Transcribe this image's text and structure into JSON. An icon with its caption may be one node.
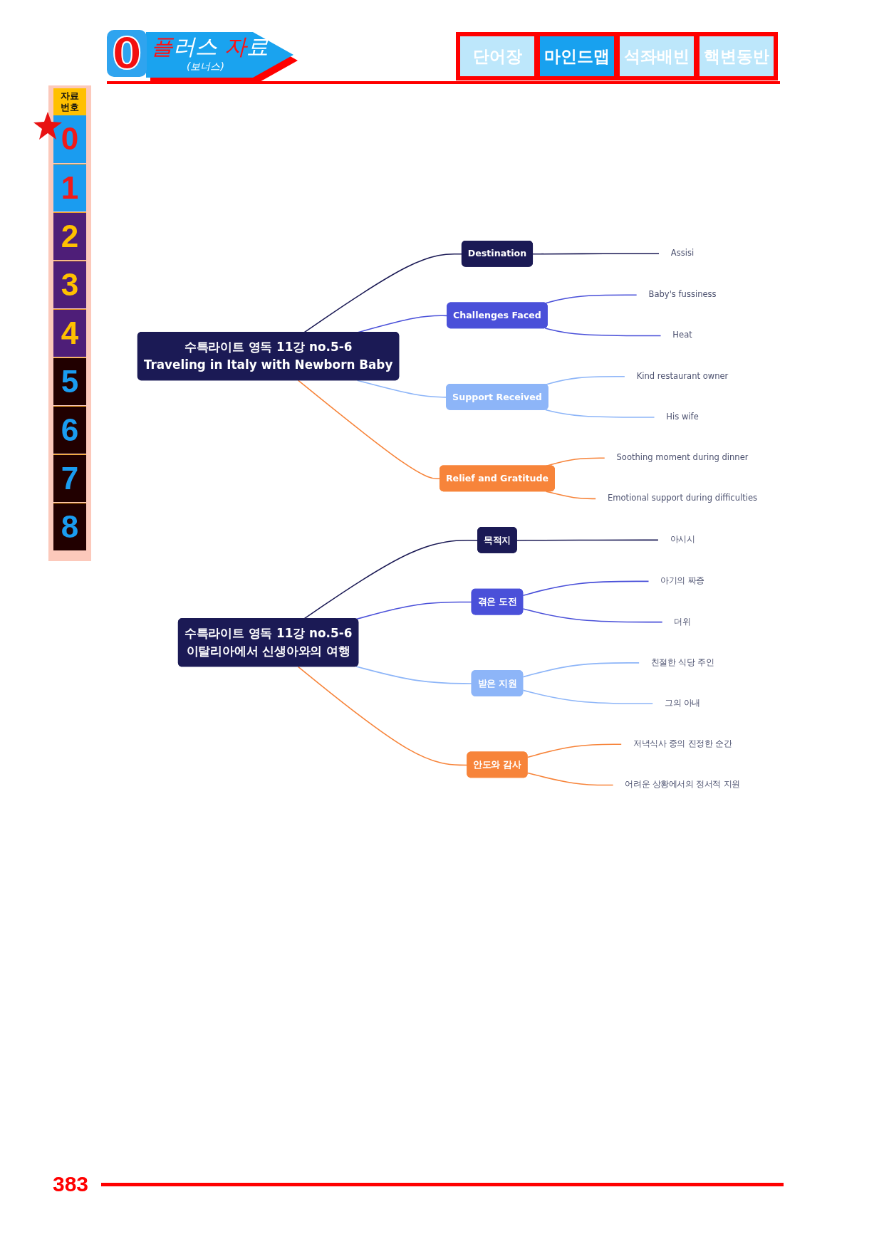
{
  "diagram": {
    "nodes": [
      {
        "text": [
          "수특라이트 영독 11강 no.5-6",
          "Traveling in Italy with Newborn Baby"
        ]
      },
      {
        "text": [
          "Destination"
        ]
      },
      {
        "text": [
          "Assisi"
        ]
      },
      {
        "text": [
          "Challenges Faced"
        ]
      },
      {
        "text": [
          "Baby's fussiness"
        ]
      },
      {
        "text": [
          "Heat"
        ]
      },
      {
        "text": [
          "Support Received"
        ]
      },
      {
        "text": [
          "Kind restaurant owner"
        ]
      },
      {
        "text": [
          "His wife"
        ]
      },
      {
        "text": [
          "Relief and Gratitude"
        ]
      },
      {
        "text": [
          "Soothing moment during dinner"
        ]
      },
      {
        "text": [
          "Emotional support during difficulties"
        ]
      },
      {
        "text": [
          "수특라이트 영독 11강 no.5-6",
          "이탈리아에서 신생아와의 여행"
        ]
      },
      {
        "text": [
          "목적지"
        ]
      },
      {
        "text": [
          "아시시"
        ]
      },
      {
        "text": [
          "겪은 도전"
        ]
      },
      {
        "text": [
          "아기의 짜증"
        ]
      },
      {
        "text": [
          "더위"
        ]
      },
      {
        "text": [
          "받은 지원"
        ]
      },
      {
        "text": [
          "친절한 식당 주인"
        ]
      },
      {
        "text": [
          "그의 아내"
        ]
      },
      {
        "text": [
          "안도와 감사"
        ]
      },
      {
        "text": [
          "저녁식사 중의 진정한 순간"
        ]
      },
      {
        "text": [
          "어려운 상황에서의 정서적 지원"
        ]
      }
    ],
    "edges": [
      {
        "from": 0,
        "to": 1,
        "arrow": "none",
        "color": "#1b1a55"
      },
      {
        "from": 1,
        "to": 2,
        "arrow": "none",
        "color": "#1b1a55"
      },
      {
        "from": 0,
        "to": 3,
        "arrow": "none",
        "color": "#4a50d9"
      },
      {
        "from": 3,
        "to": 4,
        "arrow": "none",
        "color": "#4a50d9"
      },
      {
        "from": 3,
        "to": 5,
        "arrow": "none",
        "color": "#4a50d9"
      },
      {
        "from": 0,
        "to": 6,
        "arrow": "none",
        "color": "#8db5f8"
      },
      {
        "from": 6,
        "to": 7,
        "arrow": "none",
        "color": "#8db5f8"
      },
      {
        "from": 6,
        "to": 8,
        "arrow": "none",
        "color": "#8db5f8"
      },
      {
        "from": 0,
        "to": 9,
        "arrow": "none",
        "color": "#f7843a"
      },
      {
        "from": 9,
        "to": 10,
        "arrow": "none",
        "color": "#f7843a"
      },
      {
        "from": 9,
        "to": 11,
        "arrow": "none",
        "color": "#f7843a"
      },
      {
        "from": 12,
        "to": 13,
        "arrow": "none",
        "color": "#1b1a55"
      },
      {
        "from": 13,
        "to": 14,
        "arrow": "none",
        "color": "#1b1a55"
      },
      {
        "from": 12,
        "to": 15,
        "arrow": "none",
        "color": "#4a50d9"
      },
      {
        "from": 15,
        "to": 16,
        "arrow": "none",
        "color": "#4a50d9"
      },
      {
        "from": 15,
        "to": 17,
        "arrow": "none",
        "color": "#4a50d9"
      },
      {
        "from": 12,
        "to": 18,
        "arrow": "none",
        "color": "#8db5f8"
      },
      {
        "from": 18,
        "to": 19,
        "arrow": "none",
        "color": "#8db5f8"
      },
      {
        "from": 18,
        "to": 20,
        "arrow": "none",
        "color": "#8db5f8"
      },
      {
        "from": 12,
        "to": 21,
        "arrow": "none",
        "color": "#f7843a"
      },
      {
        "from": 21,
        "to": 22,
        "arrow": "none",
        "color": "#f7843a"
      },
      {
        "from": 21,
        "to": 23,
        "arrow": "none",
        "color": "#f7843a"
      }
    ],
    "labels": [
      "0",
      "플러스 자료",
      "(보너스)",
      "단어장",
      "마인드맵",
      "석좌배빈",
      "핵변동반",
      "자료 번호",
      "0",
      "1",
      "2",
      "3",
      "4",
      "5",
      "6",
      "7",
      "8",
      "383"
    ]
  }
}
